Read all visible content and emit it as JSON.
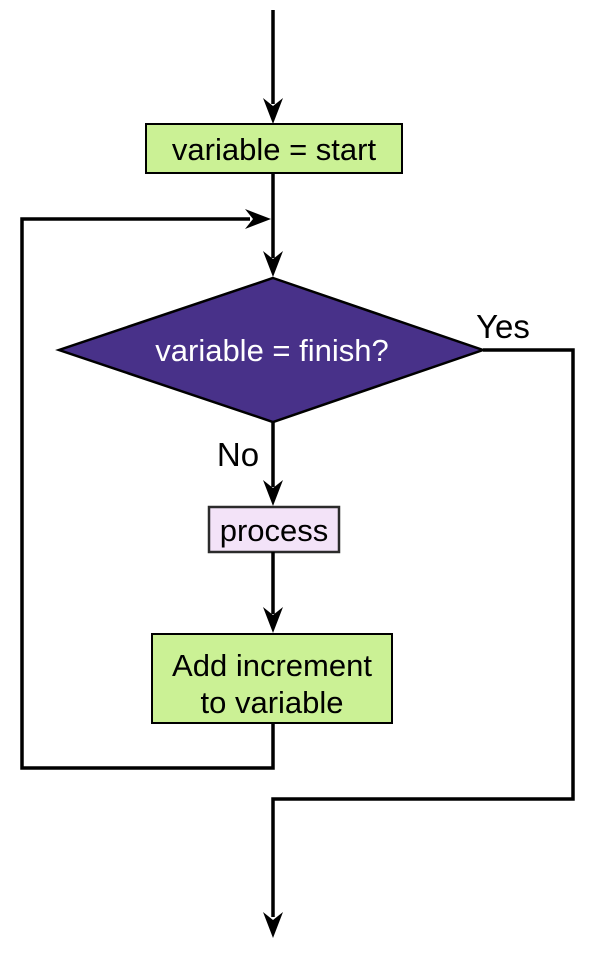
{
  "background": "#ffffff",
  "line_color": "#000000",
  "flowchart": {
    "nodes": {
      "start": {
        "label": "variable = start",
        "shape": "rectangle",
        "fill": "#cbf195",
        "border": "#000000",
        "text_color": "#000000"
      },
      "decision": {
        "label": "variable = finish?",
        "shape": "diamond",
        "fill": "#483189",
        "border": "#000000",
        "text_color": "#ffffff"
      },
      "process": {
        "label": "process",
        "shape": "rectangle",
        "fill": "#f3e3f8",
        "border": "#2b2b2b",
        "text_color": "#000000"
      },
      "increment": {
        "label_line1": "Add increment",
        "label_line2": "to variable",
        "shape": "rectangle",
        "fill": "#cbf195",
        "border": "#000000",
        "text_color": "#000000"
      }
    },
    "edge_labels": {
      "yes": "Yes",
      "no": "No"
    }
  }
}
